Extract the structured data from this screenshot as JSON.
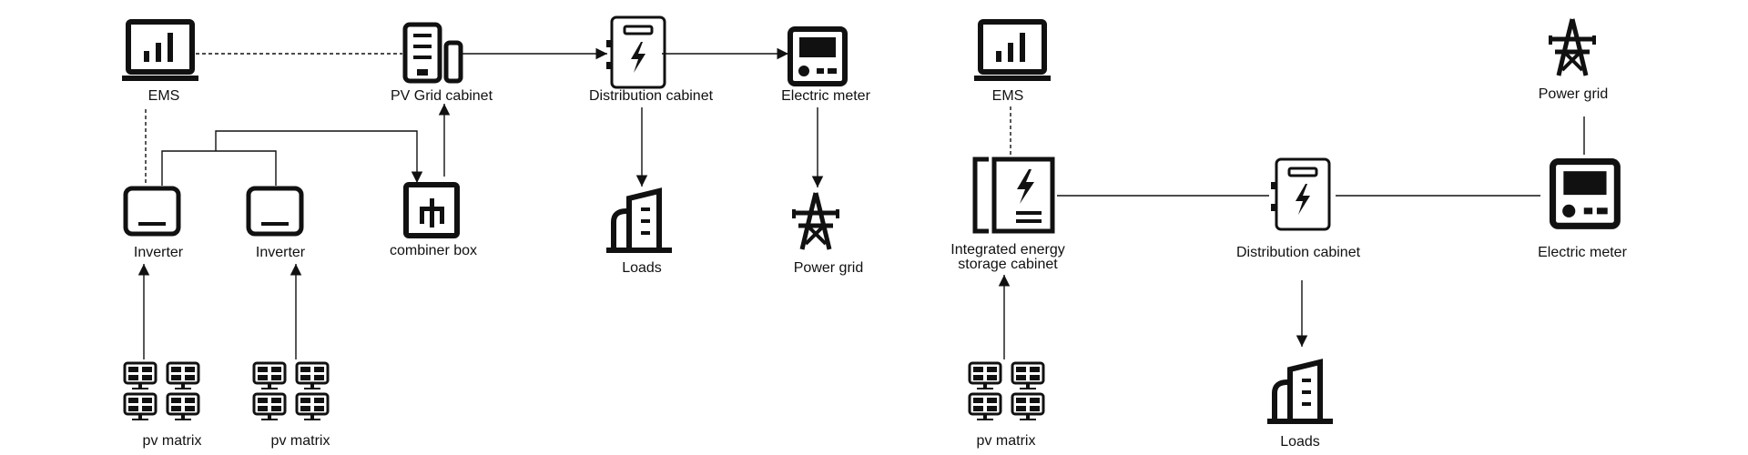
{
  "left_system": {
    "ems": "EMS",
    "pv_grid_cabinet": "PV Grid cabinet",
    "distribution_cabinet": "Distribution cabinet",
    "electric_meter": "Electric meter",
    "inverter_1": "Inverter",
    "inverter_2": "Inverter",
    "combiner_box": "combiner box",
    "loads": "Loads",
    "power_grid": "Power grid",
    "pv_matrix_1": "pv matrix",
    "pv_matrix_2": "pv matrix"
  },
  "right_system": {
    "ems": "EMS",
    "storage_cabinet_line1": "Integrated energy",
    "storage_cabinet_line2": "storage cabinet",
    "distribution_cabinet": "Distribution cabinet",
    "electric_meter": "Electric meter",
    "power_grid": "Power grid",
    "pv_matrix": "pv matrix",
    "loads": "Loads"
  },
  "icons": [
    "monitor-icon",
    "pv-grid-cabinet-icon",
    "distribution-cabinet-icon",
    "electric-meter-icon",
    "inverter-icon",
    "combiner-box-icon",
    "building-icon",
    "power-tower-icon",
    "solar-panel-icon",
    "storage-cabinet-icon"
  ]
}
